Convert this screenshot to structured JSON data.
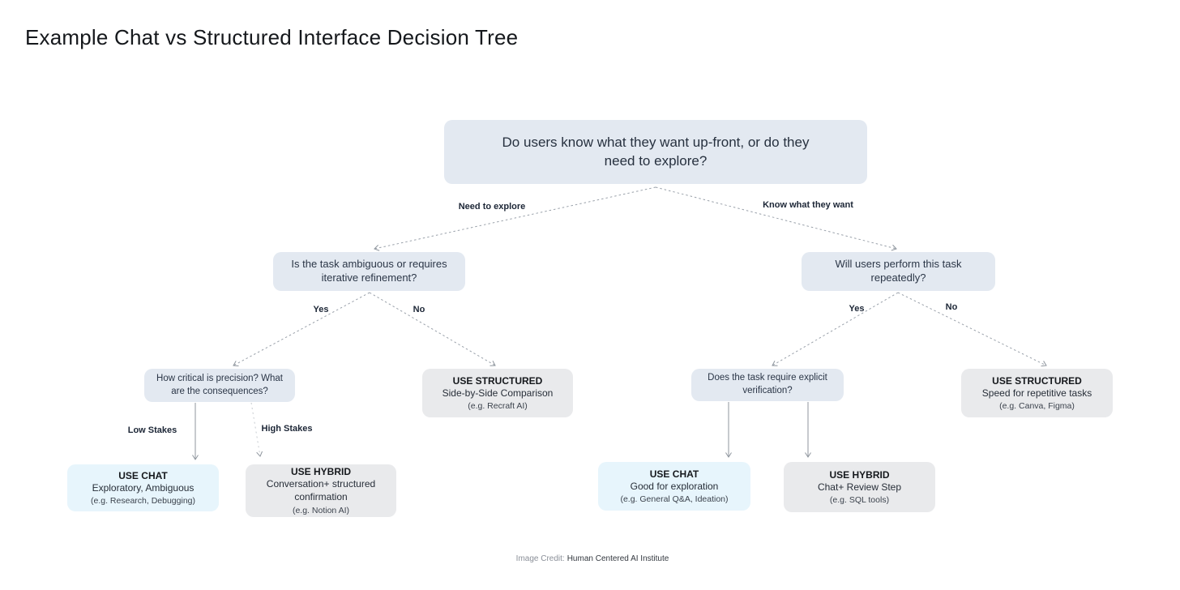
{
  "title": "Example Chat vs Structured Interface Decision Tree",
  "nodes": {
    "root": {
      "text": "Do users know what they want up-front, or do they need to explore?"
    },
    "ambiguous": {
      "text": "Is the task ambiguous or requires iterative refinement?"
    },
    "repeatedly": {
      "text": "Will users perform this task repeatedly?"
    },
    "precision": {
      "text": "How critical is precision? What are the consequences?"
    },
    "verification": {
      "text": "Does the task require explicit verification?"
    },
    "structured_compare": {
      "title": "USE STRUCTURED",
      "body": "Side-by-Side Comparison",
      "example": "(e.g. Recraft AI)"
    },
    "structured_speed": {
      "title": "USE STRUCTURED",
      "body": "Speed for repetitive tasks",
      "example": "(e.g. Canva, Figma)"
    },
    "chat_explore": {
      "title": "USE CHAT",
      "body": "Exploratory, Ambiguous",
      "example": "(e.g. Research, Debugging)"
    },
    "hybrid_confirm": {
      "title": "USE HYBRID",
      "body": "Conversation+ structured confirmation",
      "example": "(e.g. Notion AI)"
    },
    "chat_qa": {
      "title": "USE CHAT",
      "body": "Good for exploration",
      "example": "(e.g. General Q&A, Ideation)"
    },
    "hybrid_review": {
      "title": "USE HYBRID",
      "body": "Chat+ Review Step",
      "example": "(e.g. SQL tools)"
    }
  },
  "edge_labels": {
    "need_to_explore": "Need to explore",
    "know_what_they_want": "Know what they want",
    "yes_left": "Yes",
    "no_left": "No",
    "yes_right": "Yes",
    "no_right": "No",
    "low_stakes": "Low Stakes",
    "high_stakes": "High Stakes"
  },
  "credit": {
    "prefix": "Image Credit:",
    "name": "Human Centered AI Institute"
  },
  "colors": {
    "question_box": "#e3e9f1",
    "chat_box": "#e7f5fc",
    "neutral_box": "#e9eaec",
    "connector": "#8f969e",
    "dark_text": "#27313f"
  }
}
